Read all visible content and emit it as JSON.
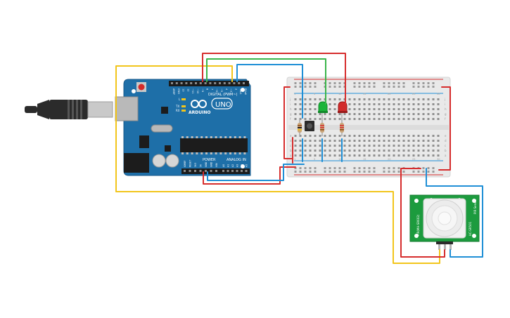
{
  "arduino": {
    "brand": "ARDUINO",
    "model": "UNO",
    "digital_label": "DIGITAL (PWM~)",
    "power_label": "POWER",
    "analog_label": "ANALOG IN",
    "tx_label": "TX",
    "rx_label": "RX",
    "l_label": "L",
    "digital_pins": [
      "AREF",
      "GND",
      "13",
      "12",
      "~11",
      "~10",
      "~9",
      "8",
      "7",
      "~6",
      "~5",
      "4",
      "~3",
      "2",
      "TX▸1",
      "RX◂0"
    ],
    "power_pins": [
      "IOREF",
      "RESET",
      "3V3",
      "5V",
      "GND",
      "GND",
      "VIN"
    ],
    "analog_pins": [
      "A0",
      "A1",
      "A2",
      "A3",
      "A4",
      "A5"
    ]
  },
  "breadboard": {
    "row_letters_top": [
      "j",
      "i",
      "h",
      "g",
      "f"
    ],
    "row_letters_bottom": [
      "e",
      "d",
      "c",
      "b",
      "a"
    ],
    "column_numbers": [
      "1",
      "5",
      "10",
      "15",
      "20",
      "25",
      "30"
    ]
  },
  "pir_sensor": {
    "label_left": "PIR(MH-SR602)",
    "label_right": "HC-SR501",
    "label_top": "PIR Sensor"
  },
  "colors": {
    "wire_red": "#d62d2d",
    "wire_blue": "#1f8fd6",
    "wire_green": "#3ab54a",
    "wire_yellow": "#f2c51b",
    "board_blue": "#1e6fa8",
    "breadboard": "#eeeeee",
    "pir_green": "#1c9b3e",
    "led_green": "#1bb43a",
    "led_red": "#d22b2b"
  }
}
